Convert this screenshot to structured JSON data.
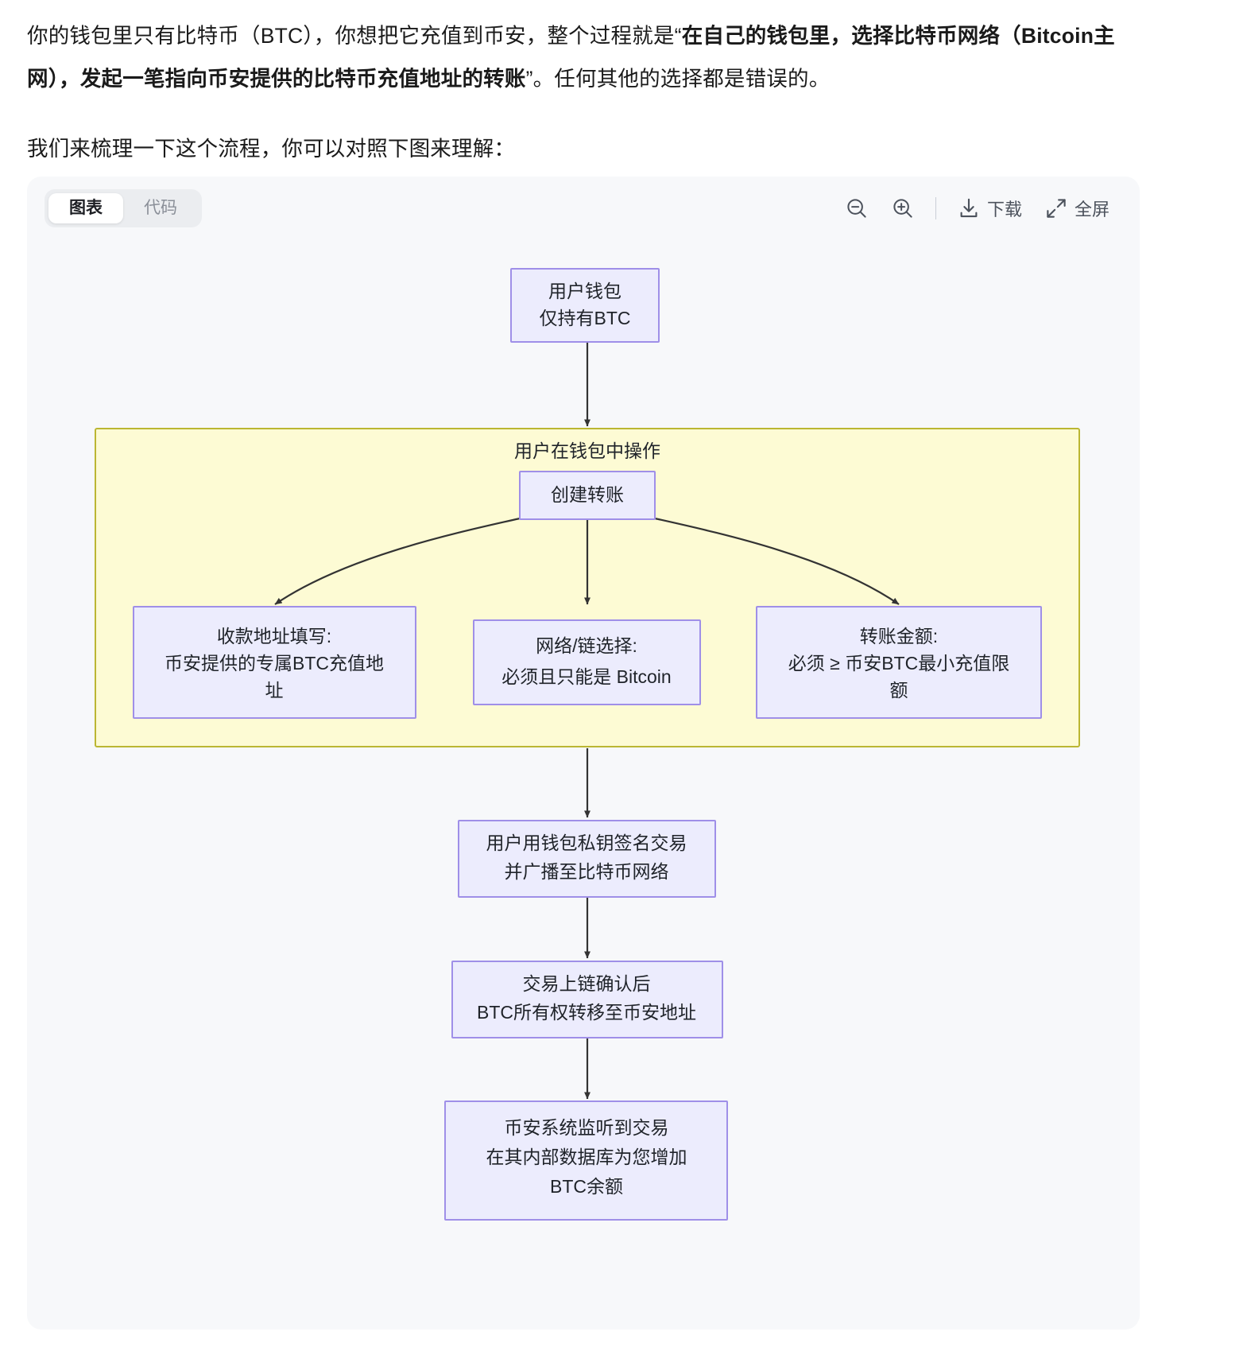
{
  "prose": {
    "paragraph_1_parts": {
      "lead": "你的钱包里只有比特币（BTC），你想把它充值到币安，整个过程就是",
      "quote_open": "“",
      "emphasis": "在自己的钱包里，选择比特币网络（Bitcoin主网），发起一笔指向币安提供的比特币充值地址的转账",
      "quote_close": "”",
      "tail": "。任何其他的选择都是错误的。"
    },
    "paragraph_2": "我们来梳理一下这个流程，你可以对照下图来理解："
  },
  "toolbar": {
    "tabs": [
      {
        "label": "图表",
        "active": true
      },
      {
        "label": "代码",
        "active": false
      }
    ],
    "zoom_out": {
      "icon": "zoom-out-icon",
      "label": ""
    },
    "zoom_in": {
      "icon": "zoom-in-icon",
      "label": ""
    },
    "download": {
      "icon": "download-icon",
      "label": "下载"
    },
    "fullscreen": {
      "icon": "fullscreen-icon",
      "label": "全屏"
    }
  },
  "chart_data": {
    "type": "diagram",
    "diagram_kind": "flowchart",
    "direction": "top-down",
    "title": "",
    "colors": {
      "node_fill": "#ececfd",
      "node_stroke": "#9f8fe8",
      "cluster_fill": "#fdfbd4",
      "cluster_stroke": "#bbb632",
      "edge": "#333333",
      "canvas_bg": "#f7f8fa"
    },
    "clusters": [
      {
        "id": "C1",
        "label": "用户在钱包中操作",
        "contains": [
          "N2",
          "N3",
          "N4",
          "N5"
        ]
      }
    ],
    "nodes": [
      {
        "id": "N1",
        "lines": [
          "用户钱包",
          "仅持有BTC"
        ]
      },
      {
        "id": "N2",
        "lines": [
          "创建转账"
        ]
      },
      {
        "id": "N3",
        "lines": [
          "收款地址填写:",
          "币安提供的专属BTC充值地",
          "址"
        ]
      },
      {
        "id": "N4",
        "lines": [
          "网络/链选择:",
          "必须且只能是 Bitcoin"
        ]
      },
      {
        "id": "N5",
        "lines": [
          "转账金额:",
          "必须 ≥ 币安BTC最小充值限",
          "额"
        ]
      },
      {
        "id": "N6",
        "lines": [
          "用户用钱包私钥签名交易",
          "并广播至比特币网络"
        ]
      },
      {
        "id": "N7",
        "lines": [
          "交易上链确认后",
          "BTC所有权转移至币安地址"
        ]
      },
      {
        "id": "N8",
        "lines": [
          "币安系统监听到交易",
          "在其内部数据库为您增加",
          "BTC余额"
        ]
      }
    ],
    "edges": [
      {
        "from": "N1",
        "to": "C1",
        "label": ""
      },
      {
        "from": "N2",
        "to": "N3",
        "label": ""
      },
      {
        "from": "N2",
        "to": "N4",
        "label": ""
      },
      {
        "from": "N2",
        "to": "N5",
        "label": ""
      },
      {
        "from": "C1",
        "to": "N6",
        "label": ""
      },
      {
        "from": "N6",
        "to": "N7",
        "label": ""
      },
      {
        "from": "N7",
        "to": "N8",
        "label": ""
      }
    ]
  }
}
